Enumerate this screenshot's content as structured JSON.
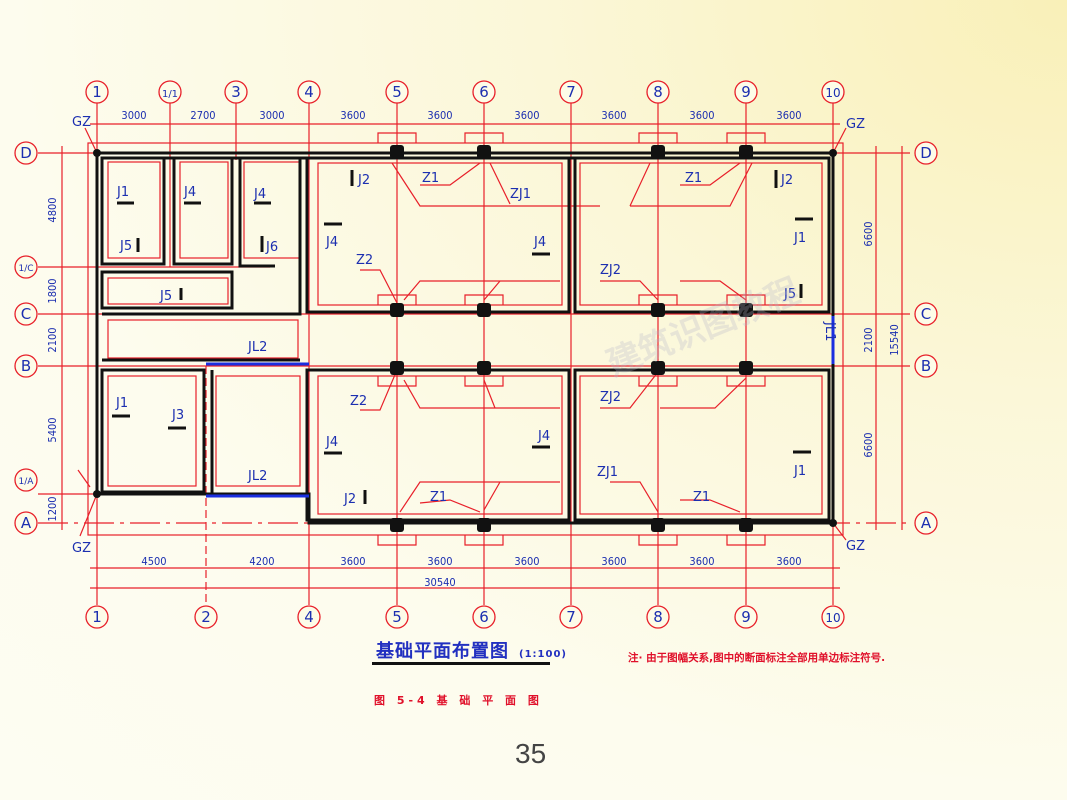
{
  "drawing": {
    "title": "基础平面布置图",
    "scale": "(1:100)",
    "note": "注· 由于图幅关系,图中的断面标注全部用单边标注符号.",
    "caption": "图 5-4 基 础 平 面 图",
    "page_number": "35",
    "watermark": "建筑识图教程"
  },
  "axes": {
    "top": [
      "1",
      "1/1",
      "3",
      "4",
      "5",
      "6",
      "7",
      "8",
      "9",
      "10"
    ],
    "bottom": [
      "1",
      "2",
      "4",
      "5",
      "6",
      "7",
      "8",
      "9",
      "10"
    ],
    "left": [
      "D",
      "1/C",
      "C",
      "B",
      "1/A",
      "A"
    ],
    "right": [
      "D",
      "C",
      "B",
      "A"
    ]
  },
  "dimensions": {
    "top": [
      "3000",
      "2700",
      "3000",
      "3600",
      "3600",
      "3600",
      "3600",
      "3600",
      "3600"
    ],
    "bottom": [
      "4500",
      "4200",
      "3600",
      "3600",
      "3600",
      "3600",
      "3600",
      "3600"
    ],
    "bottom_total": "30540",
    "left": [
      "4800",
      "1800",
      "2100",
      "5400",
      "1200"
    ],
    "right": [
      "6600",
      "2100",
      "6600"
    ],
    "right_total": "15540"
  },
  "labels": {
    "gz": "GZ",
    "j1": "J1",
    "j2": "J2",
    "j3": "J3",
    "j4": "J4",
    "j5": "J5",
    "j6": "J6",
    "z1": "Z1",
    "z2": "Z2",
    "zj1": "ZJ1",
    "zj2": "ZJ2",
    "jl1": "JL1",
    "jl2": "JL2"
  },
  "colors": {
    "axis_red": "#e8202a",
    "text_blue": "#1c2fb0",
    "wall_black": "#111111",
    "beam_blue": "#1a2ee0",
    "note_red": "#e0102a"
  }
}
